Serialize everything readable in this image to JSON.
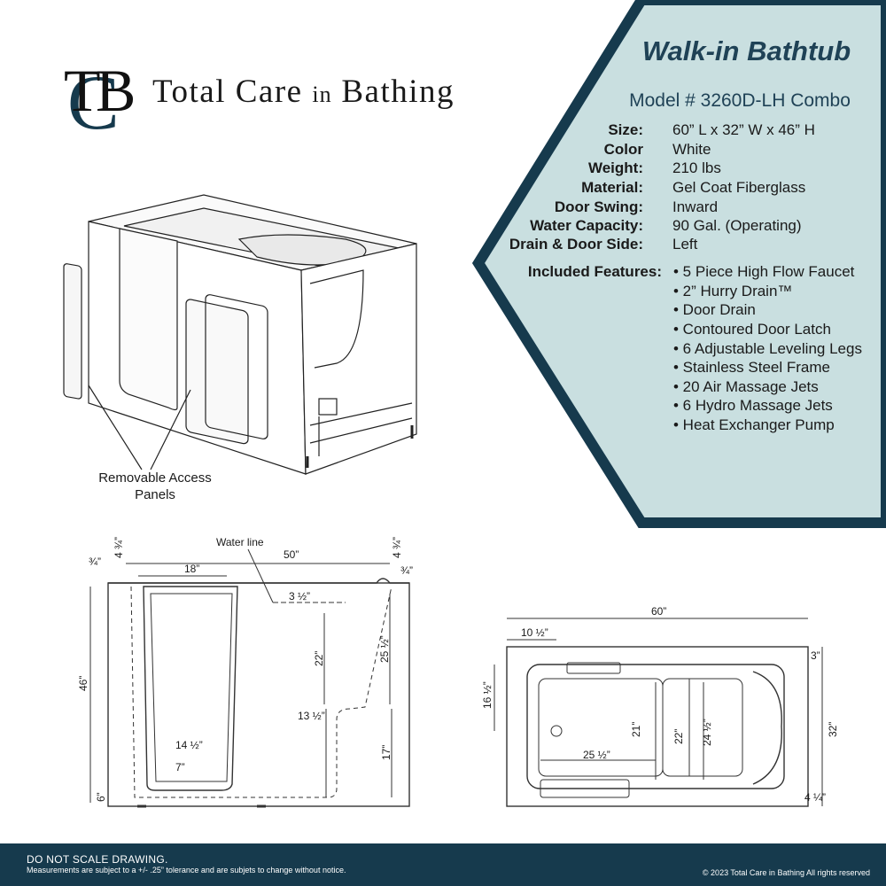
{
  "colors": {
    "panel_fill": "#c9dfe0",
    "panel_border": "#163a4d",
    "footer_bg": "#163a4d",
    "title": "#1f4256",
    "logo": "#163a4d"
  },
  "brand": {
    "monogram": {
      "t": "T",
      "c": "C",
      "b": "B"
    },
    "name_part1": "Total Care",
    "name_part2": "in",
    "name_part3": "Bathing"
  },
  "product": {
    "title": "Walk-in Bathtub",
    "model": "Model # 3260D-LH Combo"
  },
  "specs": [
    {
      "label": "Size:",
      "value": "60” L x 32” W x 46” H"
    },
    {
      "label": "Color",
      "value": "White"
    },
    {
      "label": "Weight:",
      "value": "210 lbs"
    },
    {
      "label": "Material:",
      "value": "Gel Coat Fiberglass"
    },
    {
      "label": "Door Swing:",
      "value": "Inward"
    },
    {
      "label": "Water Capacity:",
      "value": "90 Gal. (Operating)"
    },
    {
      "label": "Drain & Door Side:",
      "value": "Left"
    }
  ],
  "features": {
    "label": "Included Features:",
    "items": [
      "• 5 Piece High Flow Faucet",
      "• 2” Hurry Drain™",
      "• Door Drain",
      "• Contoured Door Latch",
      "• 6 Adjustable Leveling Legs",
      "• Stainless Steel Frame",
      "• 20 Air Massage Jets",
      "• 6 Hydro Massage Jets",
      "• Heat Exchanger Pump"
    ]
  },
  "iso_drawing": {
    "callout_line1": "Removable Access",
    "callout_line2": "Panels"
  },
  "side_view": {
    "water_line": "Water line",
    "d_50": "50”",
    "d_18": "18”",
    "d_4_3_4_left": "4 ¾”",
    "d_3_4_left": "¾”",
    "d_4_3_4_right": "4 ¾”",
    "d_3_4_right": "¾”",
    "d_3_1_2": "3 ½”",
    "d_22": "22”",
    "d_25_1_2": "25 ½”",
    "d_46": "46”",
    "d_13_1_2": "13 ½”",
    "d_14_1_2": "14 ½”",
    "d_7": "7”",
    "d_17": "17”",
    "d_6": "6”"
  },
  "top_view": {
    "d_60": "60”",
    "d_10_1_2": "10 ½”",
    "d_3": "3”",
    "d_16_1_2": "16 ½”",
    "d_21": "21”",
    "d_25_1_2": "25 ½”",
    "d_22": "22”",
    "d_24_1_2": "24 ½”",
    "d_32": "32”",
    "d_4_1_4": "4 ¼”"
  },
  "footer": {
    "note1": "DO NOT SCALE DRAWING.",
    "note2": "Measurements are subject to a +/- .25” tolerance and are subjets to change without notice.",
    "copyright": "© 2023 Total Care in Bathing All rights reserved"
  }
}
